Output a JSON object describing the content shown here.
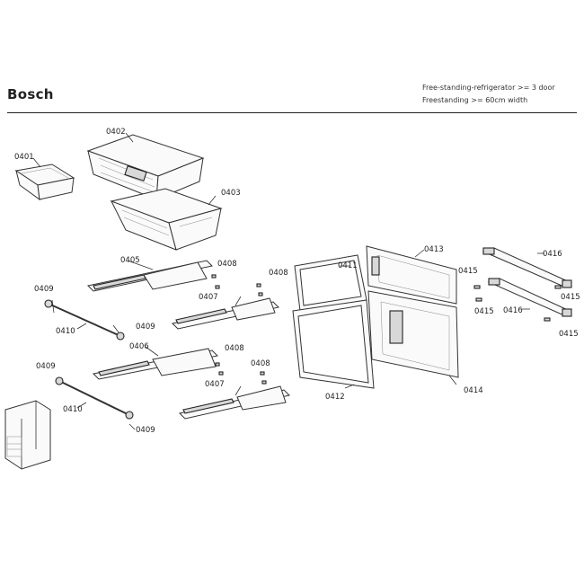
{
  "header": {
    "brand": "Bosch",
    "description_line1": "Free-standing-refrigerator >= 3 door",
    "description_line2": "Freestanding >= 60cm width"
  },
  "callouts": {
    "c0401": "0401",
    "c0402": "0402",
    "c0403": "0403",
    "c0405": "0405",
    "c0406": "0406",
    "c0407a": "0407",
    "c0407b": "0407",
    "c0408a": "0408",
    "c0408b": "0408",
    "c0408c": "0408",
    "c0408d": "0408",
    "c0409a": "0409",
    "c0409b": "0409",
    "c0409c": "0409",
    "c0409d": "0409",
    "c0410a": "0410",
    "c0410b": "0410",
    "c0411": "0411",
    "c0412": "0412",
    "c0413": "0413",
    "c0414": "0414",
    "c0415a": "0415",
    "c0415b": "0415",
    "c0415c": "0415",
    "c0415d": "0415",
    "c0416a": "0416",
    "c0416b": "0416"
  }
}
